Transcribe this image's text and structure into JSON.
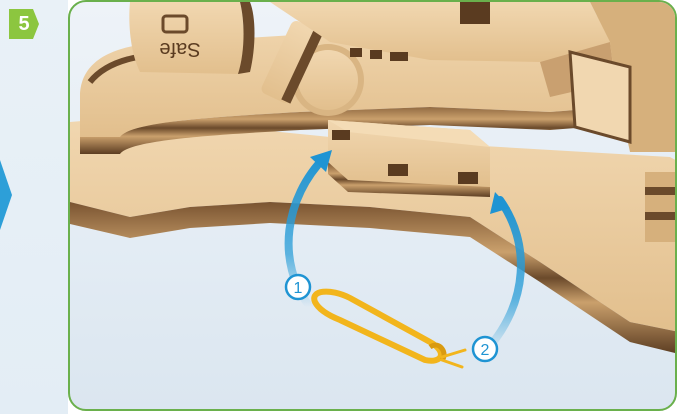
{
  "step": {
    "number": "5"
  },
  "engraving": {
    "text": "Safe"
  },
  "callouts": [
    {
      "label": "1"
    },
    {
      "label": "2"
    }
  ],
  "colors": {
    "step_badge": "#8cc63f",
    "frame_border": "#6ab04c",
    "arrow": "#2d9fd8",
    "wood_light": "#e9c99c",
    "wood_dark": "#6b4a2b",
    "elastic_band": "#f2b51c"
  }
}
